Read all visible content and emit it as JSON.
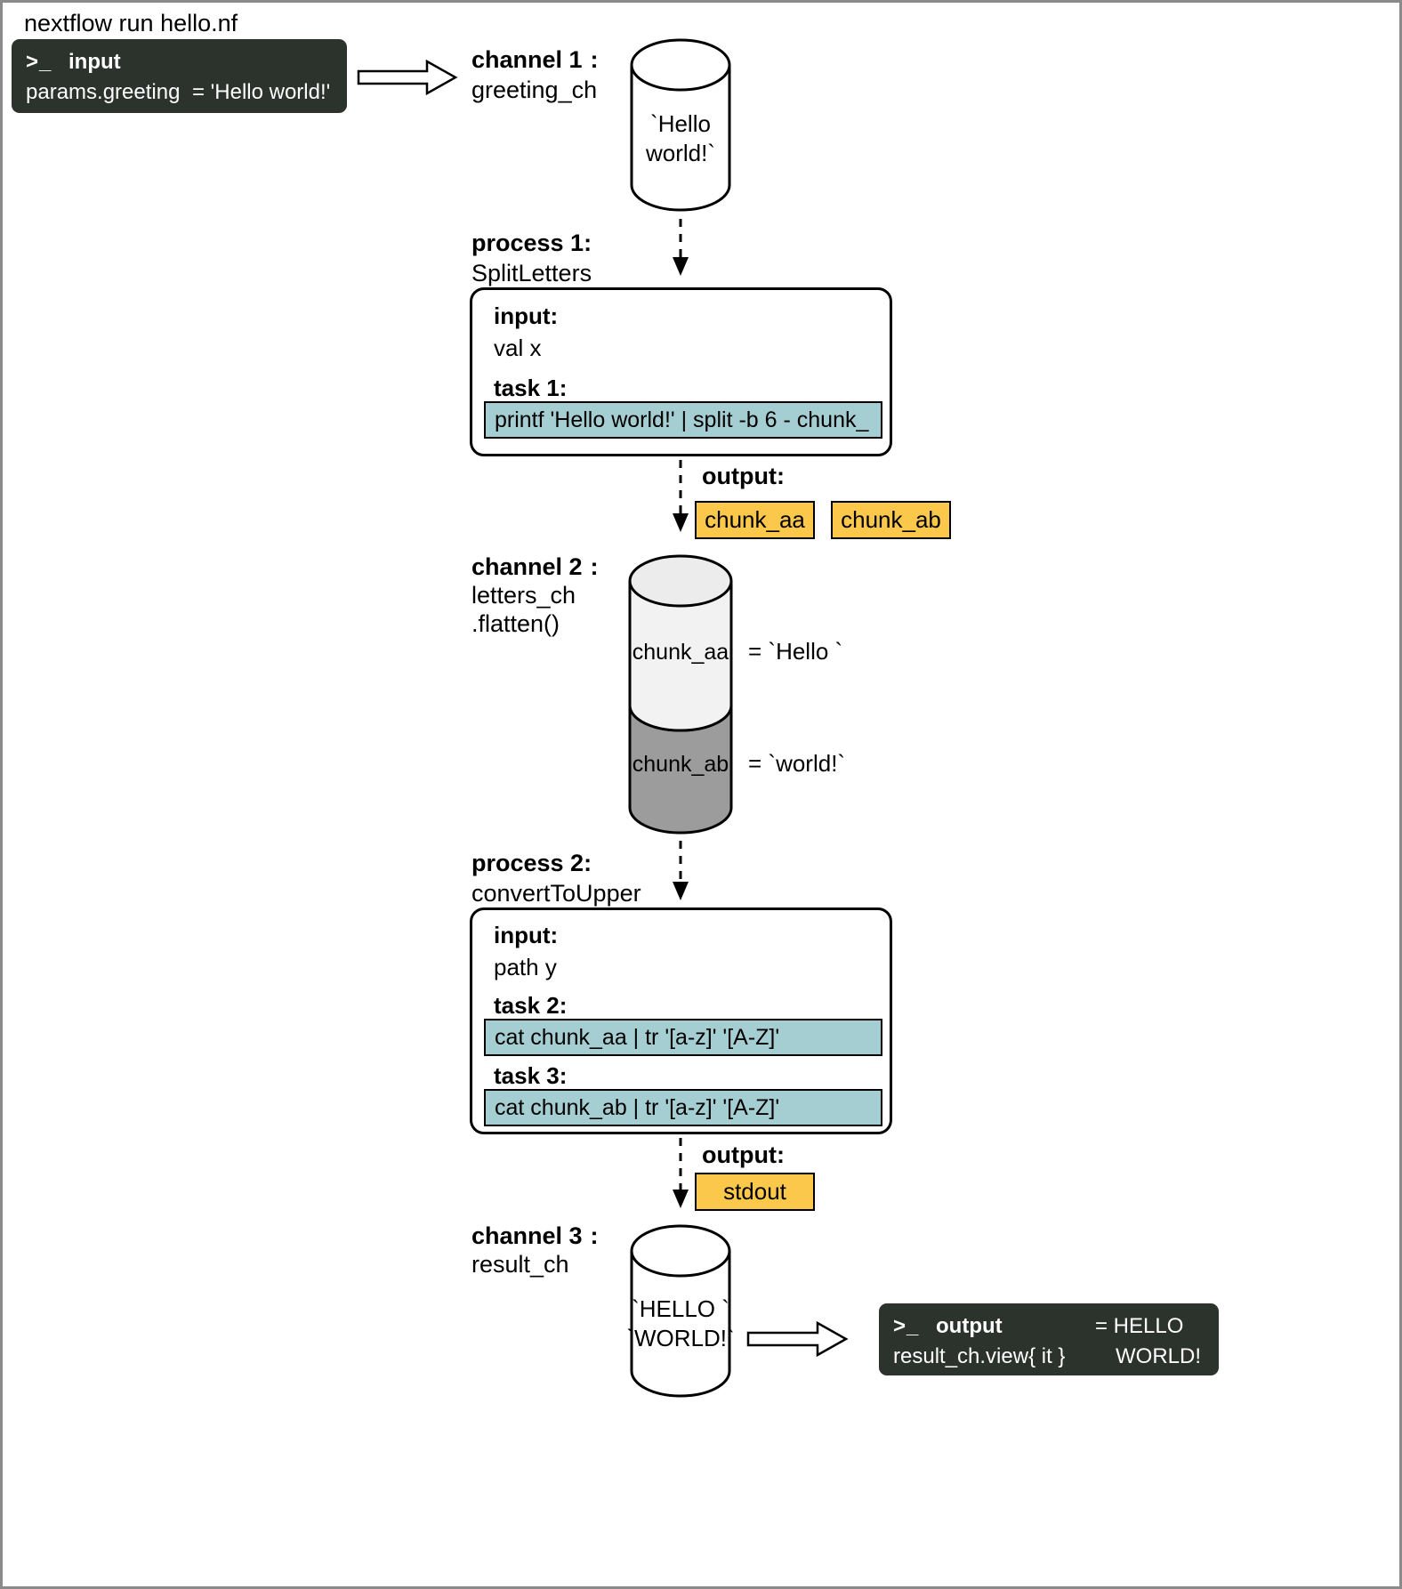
{
  "header": {
    "title": "nextflow run hello.nf"
  },
  "input_terminal": {
    "prompt": ">_",
    "label": "input",
    "code": "params.greeting",
    "value": "= 'Hello world!'"
  },
  "channel1": {
    "label": "channel 1",
    "suffix": ":",
    "name": "greeting_ch",
    "line1": "`Hello",
    "line2": "world!`"
  },
  "process1": {
    "label": "process 1:",
    "name": "SplitLetters",
    "input_label": "input:",
    "input_value": "val x",
    "task_label": "task 1:",
    "task_command": "printf 'Hello world!' | split -b 6 - chunk_",
    "output_label": "output:"
  },
  "outputs1": {
    "chips": [
      "chunk_aa",
      "chunk_ab"
    ]
  },
  "channel2": {
    "label": "channel 2",
    "suffix": ":",
    "name": "letters_ch",
    "operator": ".flatten()",
    "item1_name": "chunk_aa",
    "item1_value": "= `Hello `",
    "item2_name": "chunk_ab",
    "item2_value": "= `world!`"
  },
  "process2": {
    "label": "process 2:",
    "name": "convertToUpper",
    "input_label": "input:",
    "input_value": "path y",
    "task2_label": "task 2:",
    "task2_command": "cat chunk_aa | tr '[a-z]' '[A-Z]'",
    "task3_label": "task 3:",
    "task3_command": "cat chunk_ab | tr '[a-z]' '[A-Z]'",
    "output_label": "output:"
  },
  "outputs2": {
    "stdout": "stdout"
  },
  "channel3": {
    "label": "channel 3",
    "suffix": ":",
    "name": "result_ch",
    "line1": "`HELLO `",
    "line2": "`WORLD!`"
  },
  "output_terminal": {
    "prompt": ">_",
    "label": "output",
    "code": "result_ch.view{ it }",
    "value_line1": "= HELLO",
    "value_line2": "WORLD!"
  },
  "colors": {
    "terminal_bg": "#2c332d",
    "task_bg": "#a5ced3",
    "output_chip_bg": "#fbc84b",
    "cylinder_light": "#f2f2f2",
    "cylinder_dark": "#9c9c9c"
  }
}
